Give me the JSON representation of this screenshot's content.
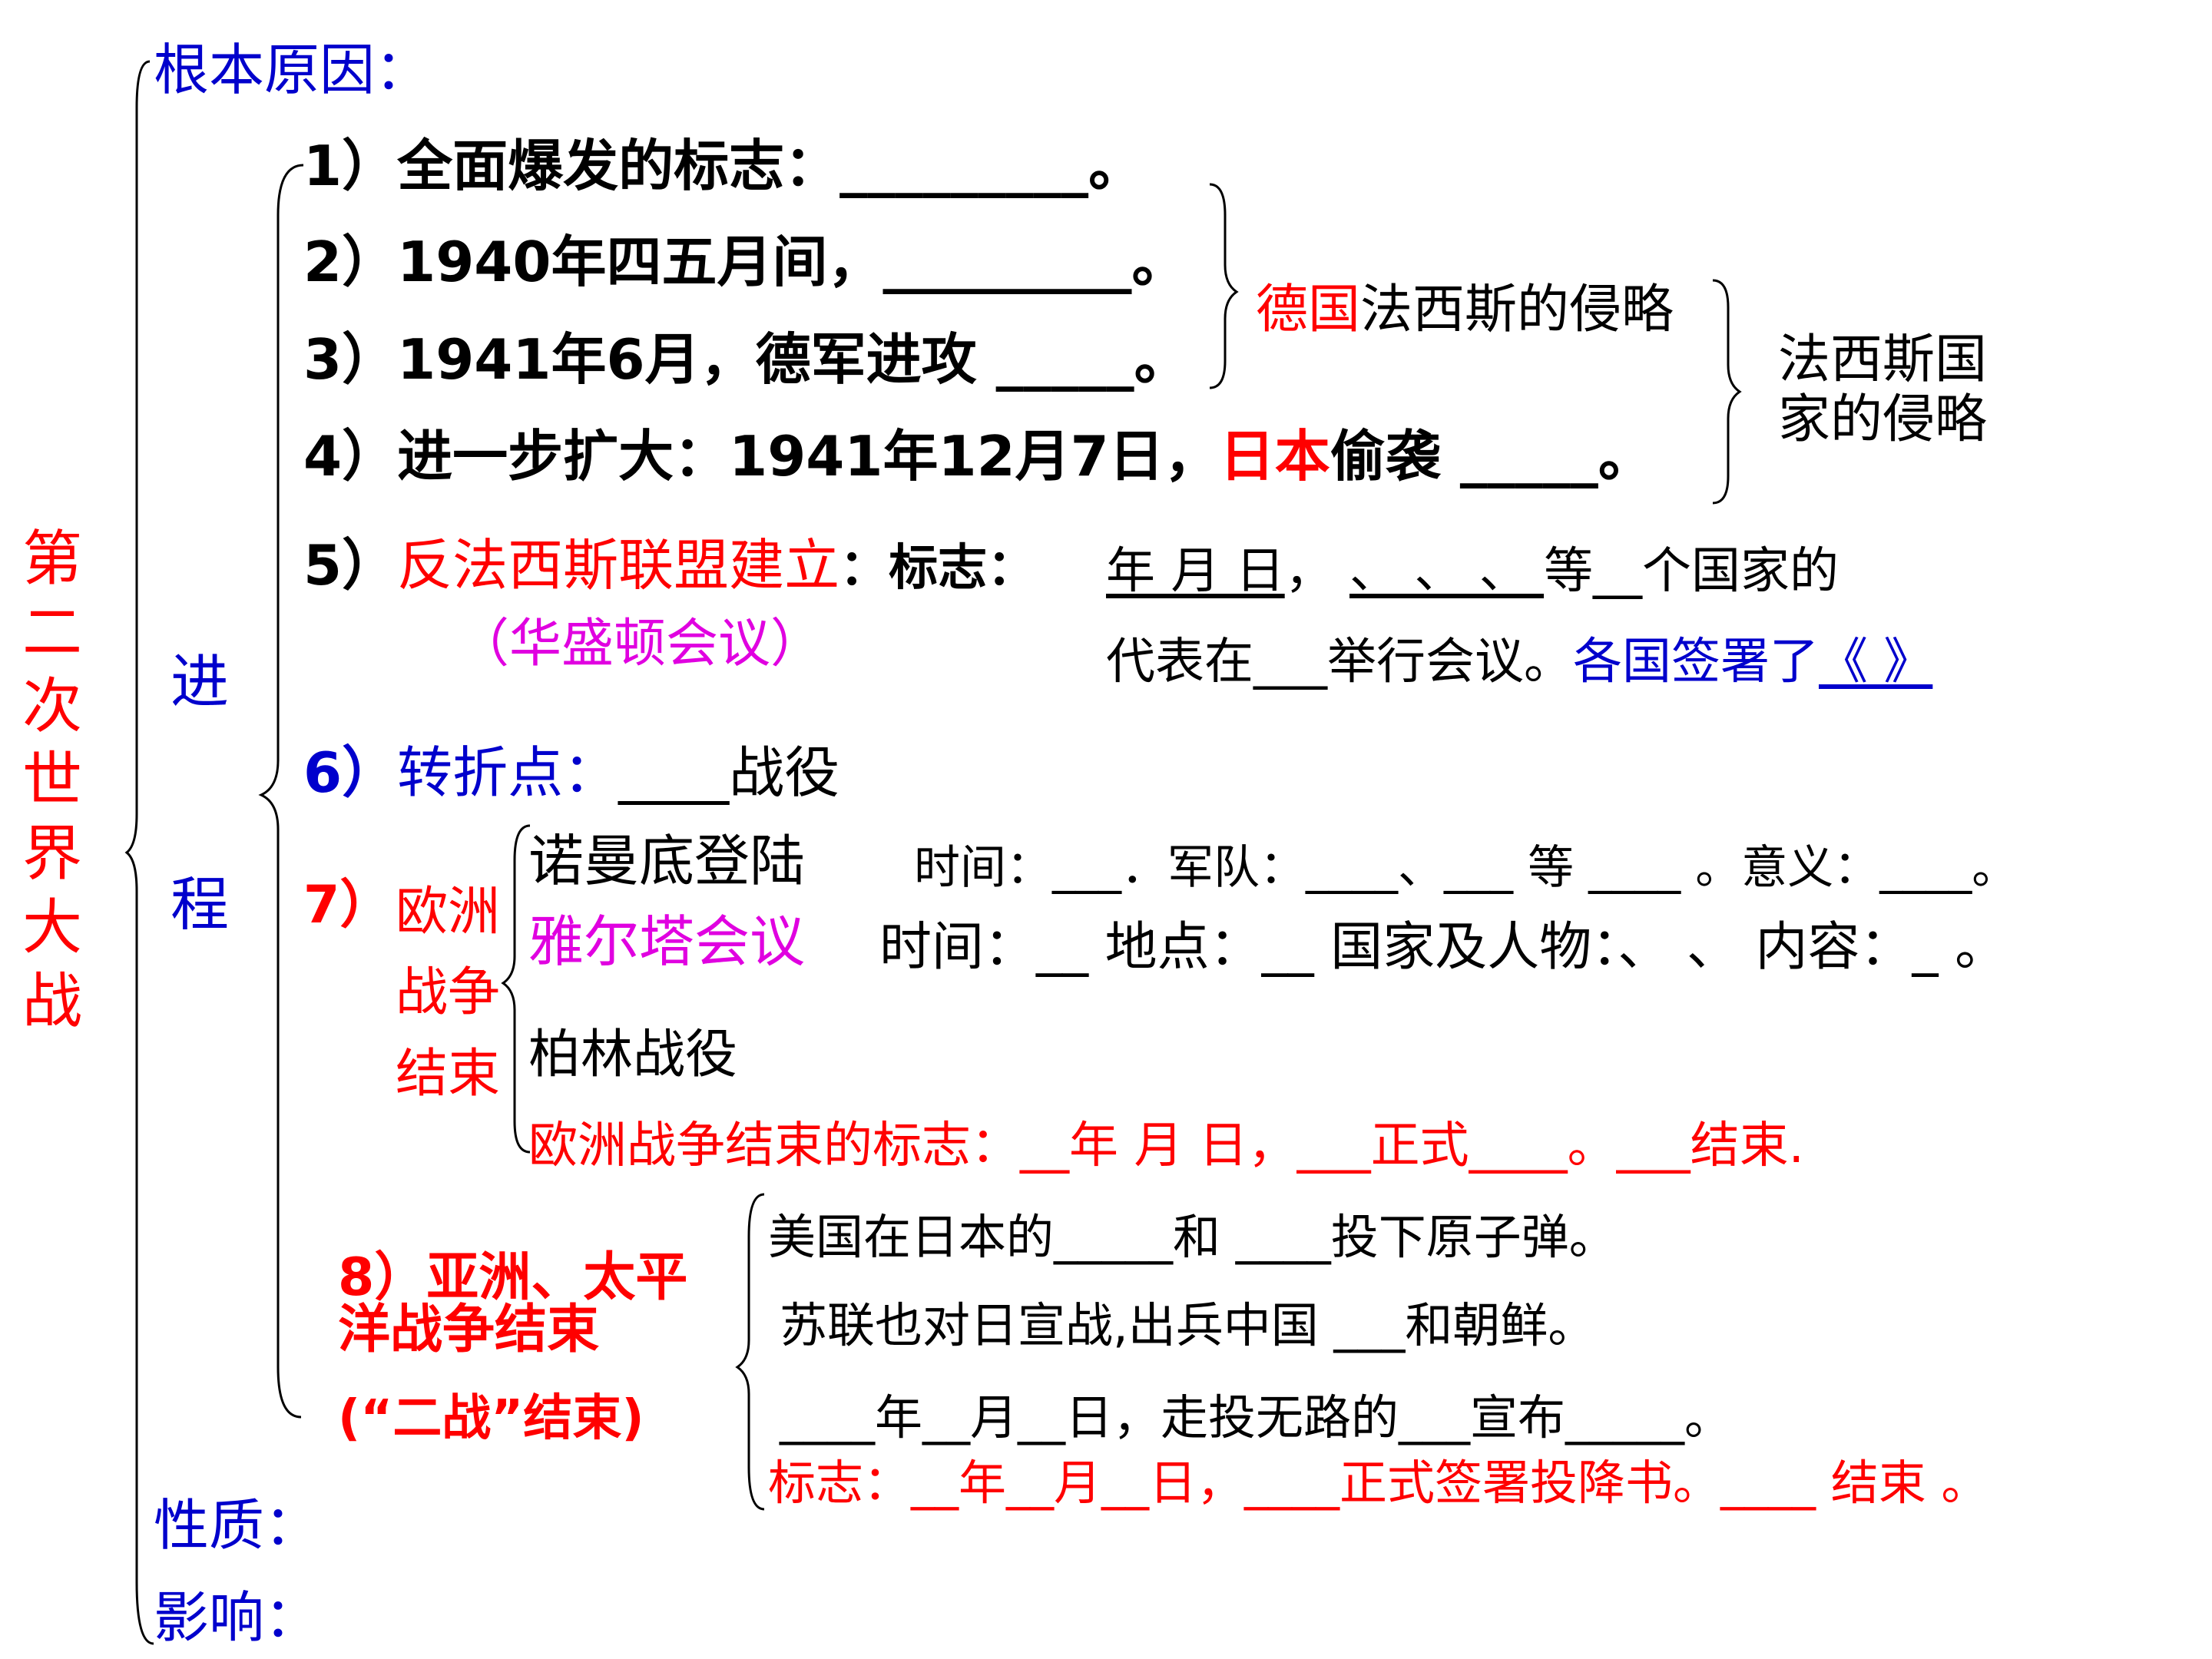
{
  "title": "第二次世界大战",
  "causes": "根本原因：",
  "progress_label_1": "进",
  "progress_label_2": "程",
  "nature": "性质：",
  "impact": "影响：",
  "s1": "1）全面爆发的标志：_________。",
  "s2": "2）1940年四五月间，_________。",
  "s3": "3）1941年6月，德军进攻 _____。",
  "s4a": "4）进一步扩大：1941年12月7日，",
  "s4b": "日本",
  "s4c": "偷袭 _____。",
  "germany_a": "德国",
  "germany_b": "法西斯的侵略",
  "fascist": "法西斯国家的侵略",
  "s5a": "5）",
  "s5b": "反法西斯联盟建立",
  "s5c": "：标志：",
  "s5d": "  年  月   日",
  "s5e": "， ",
  "s5f": "   、   、    、  ",
  "s5g": "等__个国家的",
  "s5h": "（华盛顿会议）",
  "s5i": "代表在___举行会议。",
  "s5j": "各国签署了",
  "s5k": "《      》",
  "s6a": "6）",
  "s6b": "转折点：",
  "s6c": "____战役",
  "s7a": "7）",
  "s7b": "欧洲战争结束",
  "normandy": "诺曼底登陆",
  "normandy_d": "时间：___．军队：____、___ 等 ____ 。意义：____。",
  "yalta": "雅尔塔会议",
  "yalta_d": "时间：__  地点：__ 国家及人物：、   、   内容：_ 。",
  "berlin": "柏林战役",
  "europe_end": "欧洲战争结束的标志：__年   月   日，___正式____。___结束.",
  "s8a": "8）亚洲、太平洋战争结束",
  "s8b": "(“二战”结束)",
  "a1": "美国在日本的_____和 ____投下原子弹。",
  "a2": "苏联也对日宣战,出兵中国 ___和朝鲜。",
  "a3": "____年__月__日，走投无路的___宣布_____。",
  "a4": "标志：__年__月__日，____正式签署投降书。____ 结束 。"
}
